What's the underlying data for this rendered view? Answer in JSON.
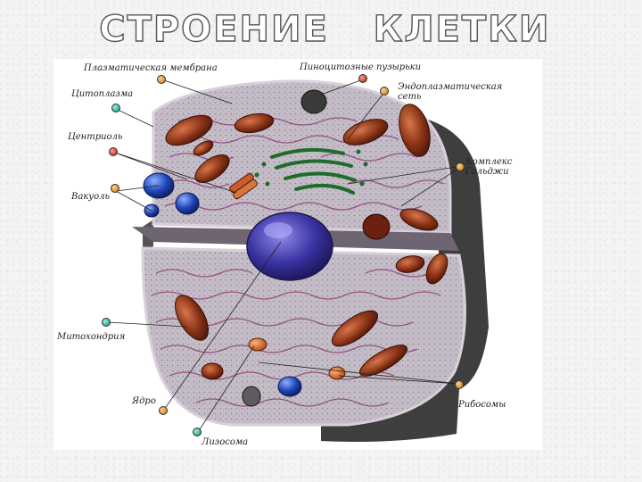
{
  "title": {
    "word1": "СТРОЕНИЕ",
    "word2": "КЛЕТКИ"
  },
  "labels": {
    "plasma_membrane": "Плазматическая мембрана",
    "cytoplasm": "Цитоплазма",
    "centriole": "Центриоль",
    "vacuole": "Вакуоль",
    "pinocytic_vesicles": "Пиноцитозные пузырьки",
    "er_line1": "Эндоплазматическая",
    "er_line2": "сеть",
    "golgi_line1": "Комплекс",
    "golgi_line2": "Гольджи",
    "mitochondria": "Митохондрия",
    "nucleus": "Ядро",
    "ribosomes": "Рибосомы",
    "lysosome": "Лизосома"
  },
  "colors": {
    "cytoplasm": "#b9b1bc",
    "er": "#8f3f7a",
    "mitochondria": "#7a2a12",
    "nucleus": "#3b34a4",
    "golgi": "#1f6b2a",
    "vacuole": "#2046b8",
    "shadow": "#3e3e3e"
  }
}
